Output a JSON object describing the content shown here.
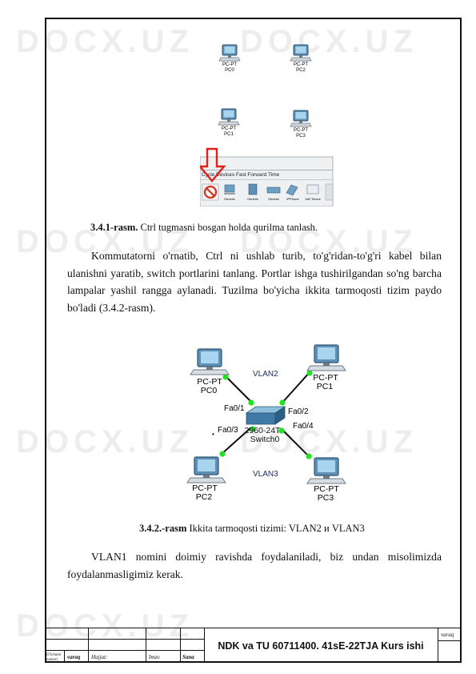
{
  "figure1": {
    "pcs": [
      {
        "type": "PC-PT",
        "name": "PC0"
      },
      {
        "type": "PC-PT",
        "name": "PC2"
      },
      {
        "type": "PC-PT",
        "name": "PC1"
      },
      {
        "type": "PC-PT",
        "name": "PC3"
      }
    ],
    "toolbar_text": "Cycle Devices   Fast Forward Time",
    "device_labels": [
      "Generic",
      "Generic",
      "Generic",
      "IPPhone",
      "VoIP Device"
    ],
    "arrow_color": "#e0201a"
  },
  "caption1": {
    "label": "3.4.1-rasm.",
    "text": " Ctrl tugmasni bosgan holda qurilma tanlash."
  },
  "paragraph1": "Kommutatorni o'rnatib, Ctrl ni ushlab turib, to'g'ridan-to'g'ri kabel bilan ulanishni yaratib, switch portlarini tanlang. Portlar ishga tushirilgandan so'ng barcha lampalar yashil rangga aylanadi. Tuzilma bo'yicha ikkita tarmoqosti tizim paydo bo'ladi (3.4.2-rasm).",
  "figure2": {
    "pcs": [
      {
        "type": "PC-PT",
        "name": "PC0"
      },
      {
        "type": "PC-PT",
        "name": "PC1"
      },
      {
        "type": "PC-PT",
        "name": "PC2"
      },
      {
        "type": "PC-PT",
        "name": "PC3"
      }
    ],
    "switch_model": "2960-24T",
    "switch_name": "Switch0",
    "ports": [
      "Fa0/1",
      "Fa0/2",
      "Fa0/3",
      "Fa0/4"
    ],
    "vlans": [
      "VLAN2",
      "VLAN3"
    ],
    "link_light_color": "#1ee61e"
  },
  "caption2": {
    "label": "3.4.2.-rasm",
    "text": " Ikkita tarmoqosti tizimi: VLAN2 и VLAN3"
  },
  "paragraph2": "VLAN1 nomini doimiy ravishda foydalaniladi, biz undan misolimizda foydalanmasligimiz kerak.",
  "stamp": {
    "title": "NDK va TU  60711400. 41sE-22TJA Kurs ishi",
    "col_labels": [
      "O'lchami nomeri",
      "varaq",
      "Hujjat:",
      "Imzo",
      "Sana"
    ],
    "sheet_label": "varaq"
  },
  "watermark": "DOCX.UZ"
}
